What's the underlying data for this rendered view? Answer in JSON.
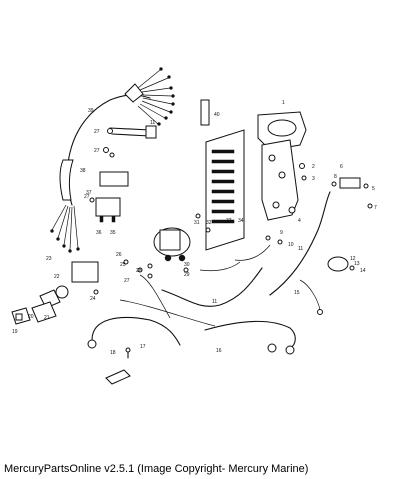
{
  "caption": "MercuryPartsOnline v2.5.1 (Image Copyright- Mercury Marine)",
  "callouts": [
    "1",
    "2",
    "3",
    "4",
    "5",
    "6",
    "7",
    "8",
    "9",
    "10",
    "11",
    "12",
    "13",
    "14",
    "15",
    "16",
    "17",
    "18",
    "19",
    "20",
    "21",
    "22",
    "23",
    "24",
    "25",
    "26",
    "27",
    "28",
    "29",
    "30",
    "31",
    "32",
    "33",
    "34",
    "35",
    "36",
    "37",
    "38",
    "39",
    "40"
  ]
}
